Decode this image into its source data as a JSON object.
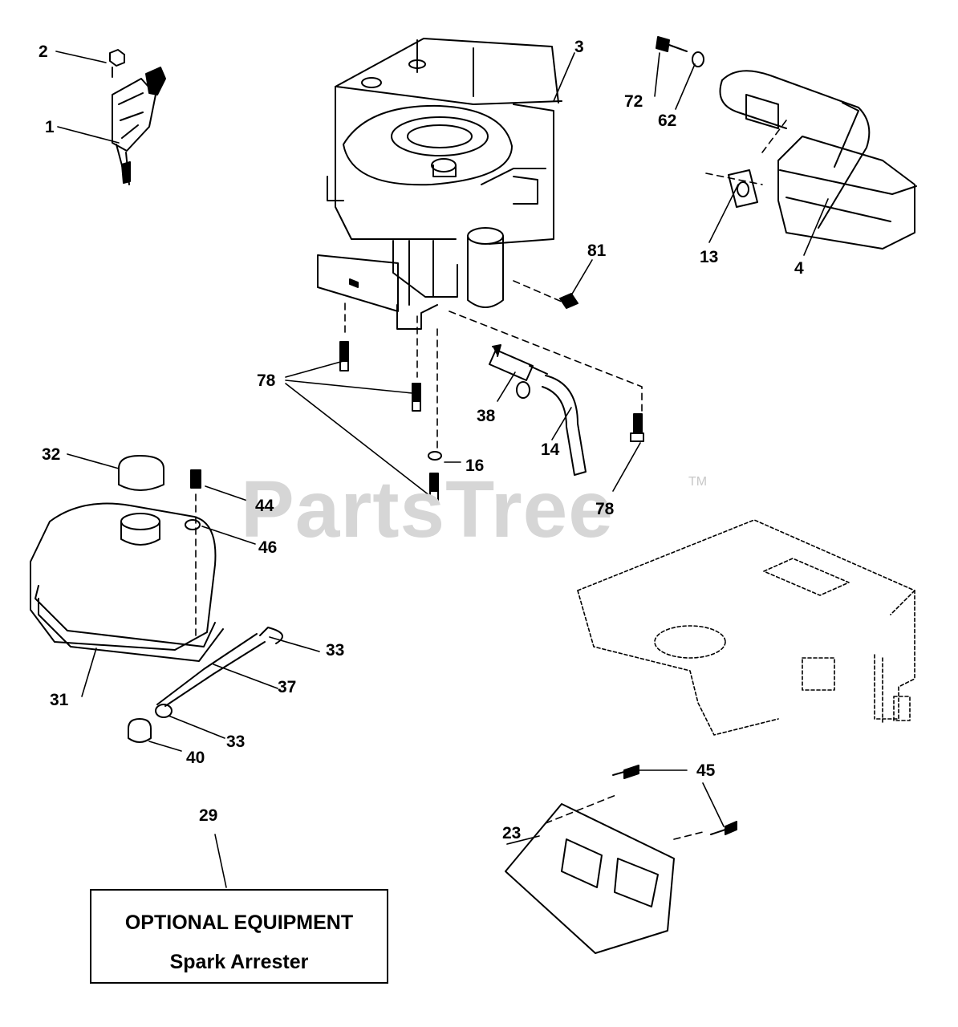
{
  "watermark": {
    "text": "PartsTree",
    "trademark": "TM"
  },
  "callouts": {
    "c1": "1",
    "c2": "2",
    "c3": "3",
    "c4": "4",
    "c13": "13",
    "c14": "14",
    "c16": "16",
    "c23": "23",
    "c29": "29",
    "c31": "31",
    "c32": "32",
    "c33a": "33",
    "c33b": "33",
    "c37": "37",
    "c38": "38",
    "c40": "40",
    "c44": "44",
    "c45": "45",
    "c46": "46",
    "c62": "62",
    "c72": "72",
    "c78a": "78",
    "c78b": "78",
    "c81": "81"
  },
  "optional_box": {
    "title": "OPTIONAL EQUIPMENT",
    "subtitle": "Spark Arrester"
  },
  "colors": {
    "line": "#000000",
    "watermark": "#d6d6d6"
  }
}
